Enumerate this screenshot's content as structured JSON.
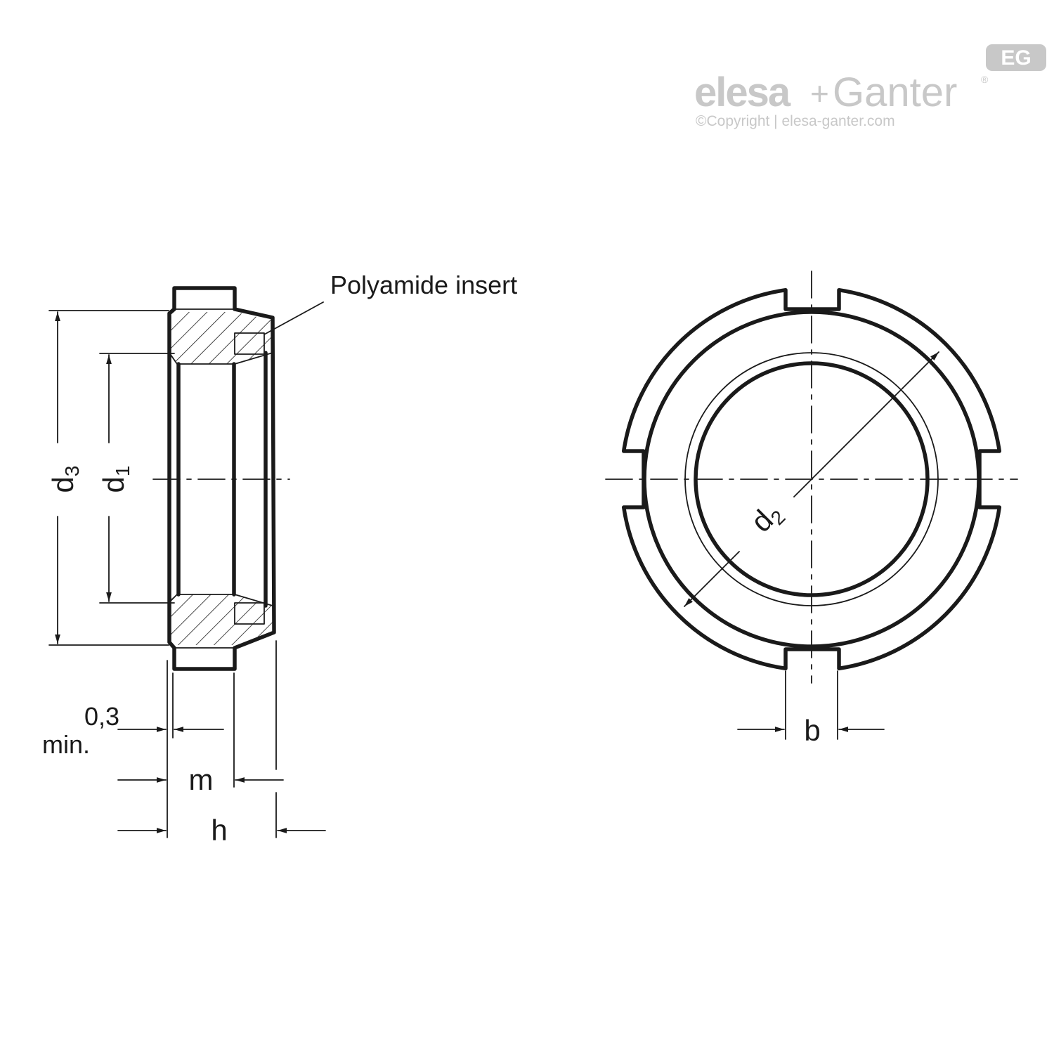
{
  "brand": {
    "badge": "EG",
    "name_part1": "elesa",
    "plus": "+",
    "name_part2": "Ganter",
    "registered": "®",
    "copyright": "©Copyright | elesa-ganter.com",
    "color": "#c8c8c8"
  },
  "labels": {
    "insert_callout": "Polyamide insert",
    "d3": "d",
    "d3_sub": "3",
    "d1": "d",
    "d1_sub": "1",
    "d2": "d",
    "d2_sub": "2",
    "clearance_value": "0,3",
    "clearance_unit": "min.",
    "m": "m",
    "h": "h",
    "b": "b"
  },
  "colors": {
    "ink": "#1a1a1a",
    "background": "#ffffff"
  }
}
